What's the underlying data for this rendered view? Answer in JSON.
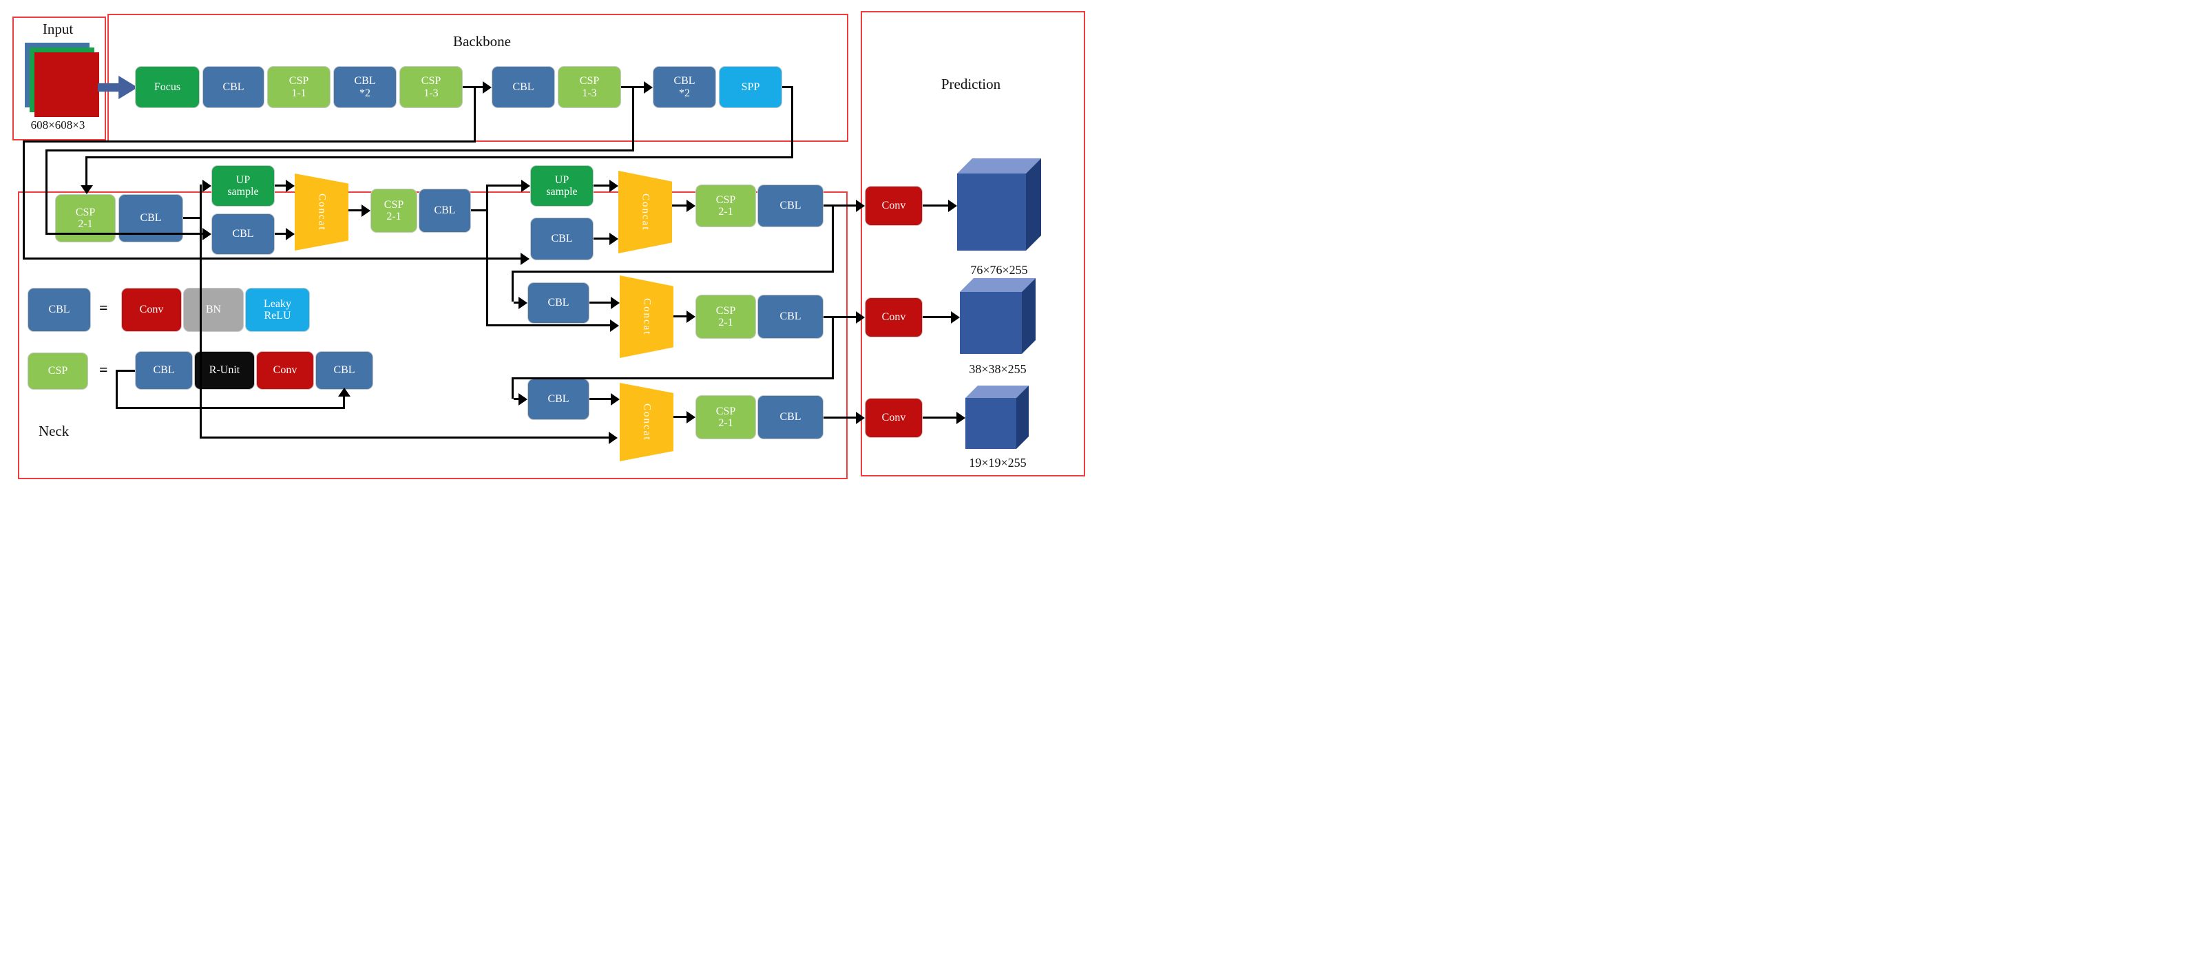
{
  "sections": {
    "input": {
      "title": "Input",
      "dims": "608×608×3"
    },
    "backbone": {
      "title": "Backbone"
    },
    "neck": {
      "title": "Neck"
    },
    "prediction": {
      "title": "Prediction"
    }
  },
  "blocks": {
    "focus": "Focus",
    "cbl": "CBL",
    "cbl_x2": "CBL\n*2",
    "csp_1_1": "CSP\n1-1",
    "csp_1_3": "CSP\n1-3",
    "spp": "SPP",
    "csp_2_1": "CSP\n2-1",
    "upsample": "UP\nsample",
    "concat": "Concat",
    "conv": "Conv",
    "bn": "BN",
    "leaky_relu": "Leaky\nReLU",
    "r_unit": "R-Unit",
    "csp": "CSP",
    "equals": "="
  },
  "outputs": {
    "p1": "76×76×255",
    "p2": "38×38×255",
    "p3": "19×19×255"
  },
  "colors": {
    "block_green": "#18a04b",
    "block_blue": "#4473a8",
    "block_lightgreen": "#8dc653",
    "block_cyan": "#19aae8",
    "block_yellow": "#fdbf17",
    "block_red": "#c00d0d",
    "block_gray": "#a8a8a8",
    "block_black": "#0d0d0d",
    "cube_front": "#35599f",
    "cube_top": "#8097d0",
    "cube_side": "#203c77",
    "frame_red": "#f03c3c"
  }
}
